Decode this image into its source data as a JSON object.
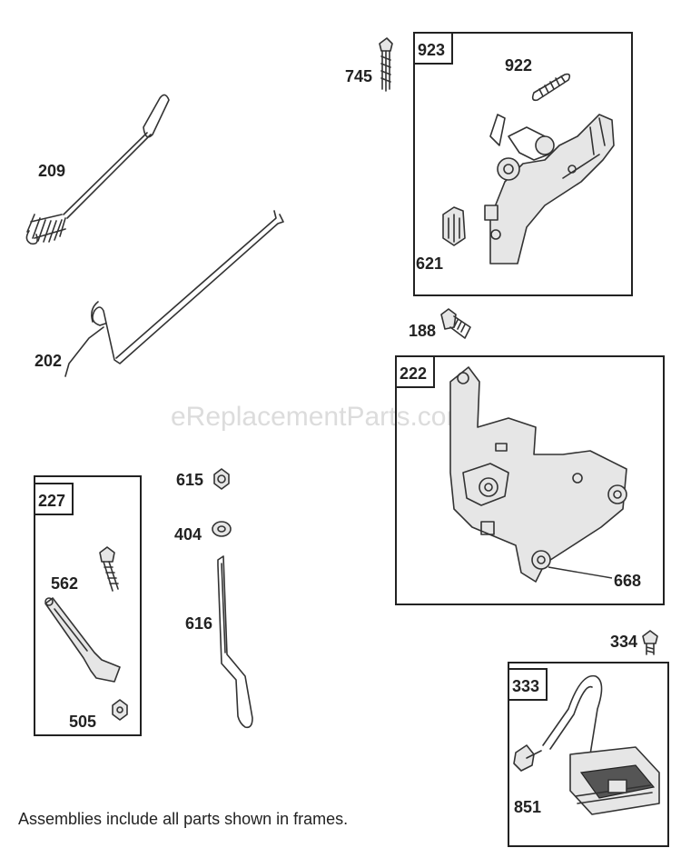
{
  "watermark": "eReplacementParts.com",
  "caption": "Assemblies include all parts shown in frames.",
  "frames": [
    {
      "id": "923",
      "children": [
        "922",
        "621"
      ]
    },
    {
      "id": "222",
      "children": [
        "668"
      ]
    },
    {
      "id": "227",
      "children": [
        "562",
        "505"
      ]
    },
    {
      "id": "333",
      "children": [
        "851"
      ]
    }
  ],
  "parts": {
    "p209": "209",
    "p202": "202",
    "p745": "745",
    "p923": "923",
    "p922": "922",
    "p621": "621",
    "p188": "188",
    "p222": "222",
    "p668": "668",
    "p227": "227",
    "p562": "562",
    "p505": "505",
    "p615": "615",
    "p404": "404",
    "p616": "616",
    "p334": "334",
    "p333": "333",
    "p851": "851"
  }
}
